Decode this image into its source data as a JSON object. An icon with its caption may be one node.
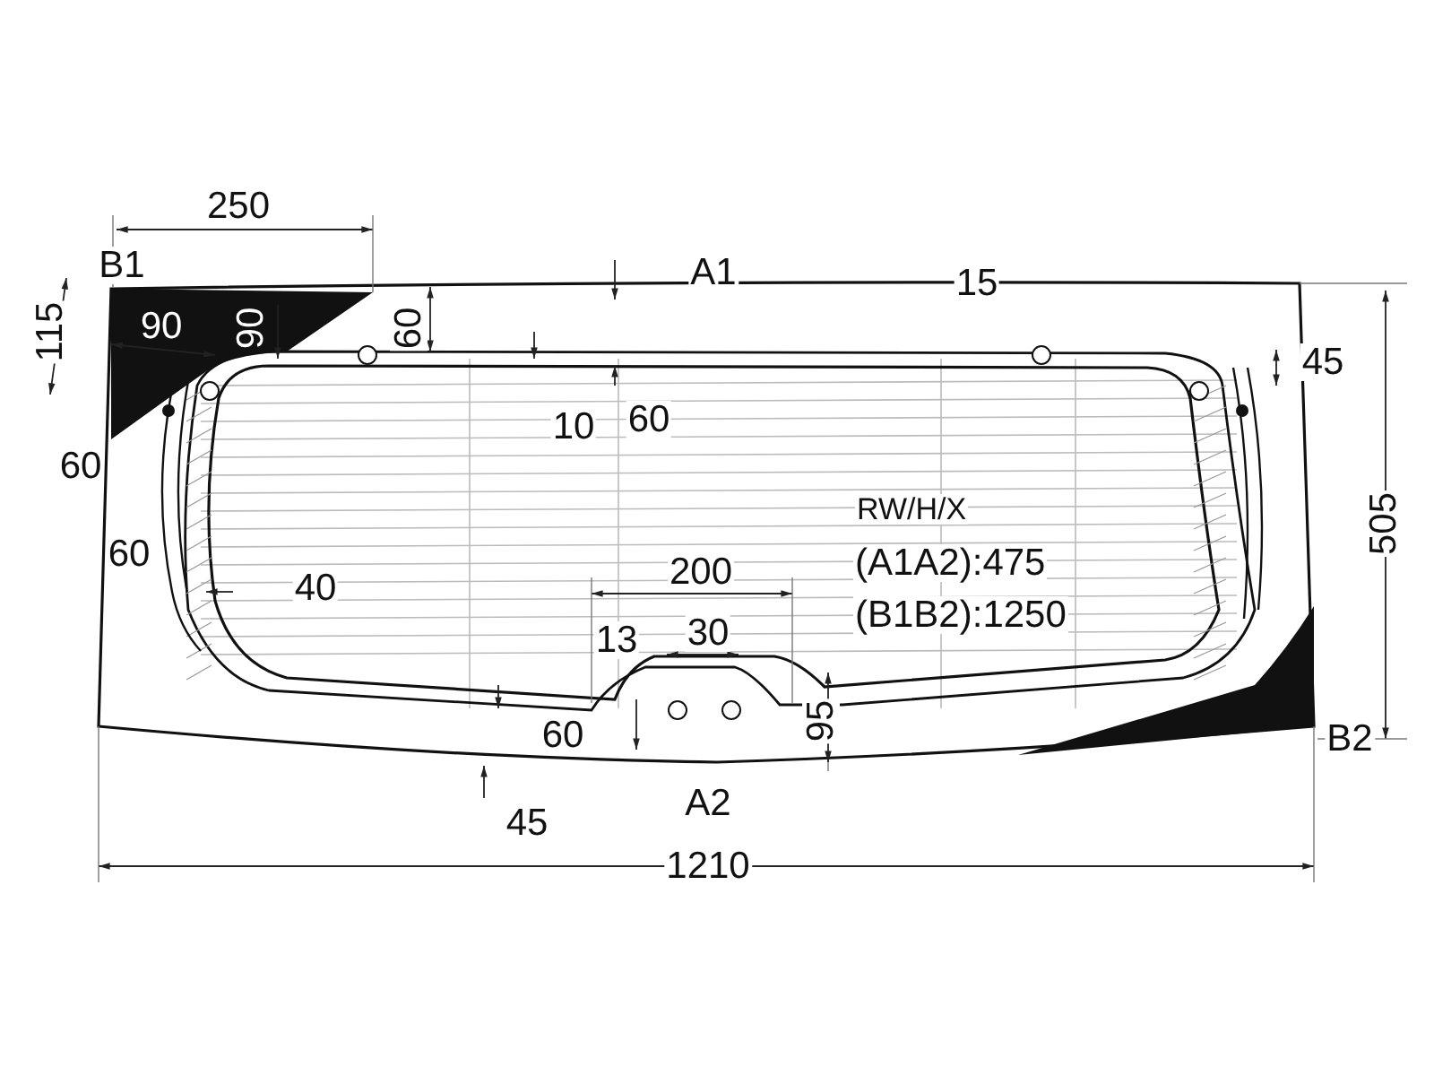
{
  "diagram": {
    "labels": [
      "250",
      "B1",
      "A1",
      "15",
      "115",
      "90",
      "90",
      "60",
      "45",
      "10",
      "60",
      "60",
      "RW/H/X",
      "60",
      "200",
      "(A1A2):475",
      "505",
      "40",
      "(B1B2):1250",
      "13",
      "30",
      "60",
      "95",
      "B2",
      "A2",
      "45",
      "1210"
    ]
  }
}
